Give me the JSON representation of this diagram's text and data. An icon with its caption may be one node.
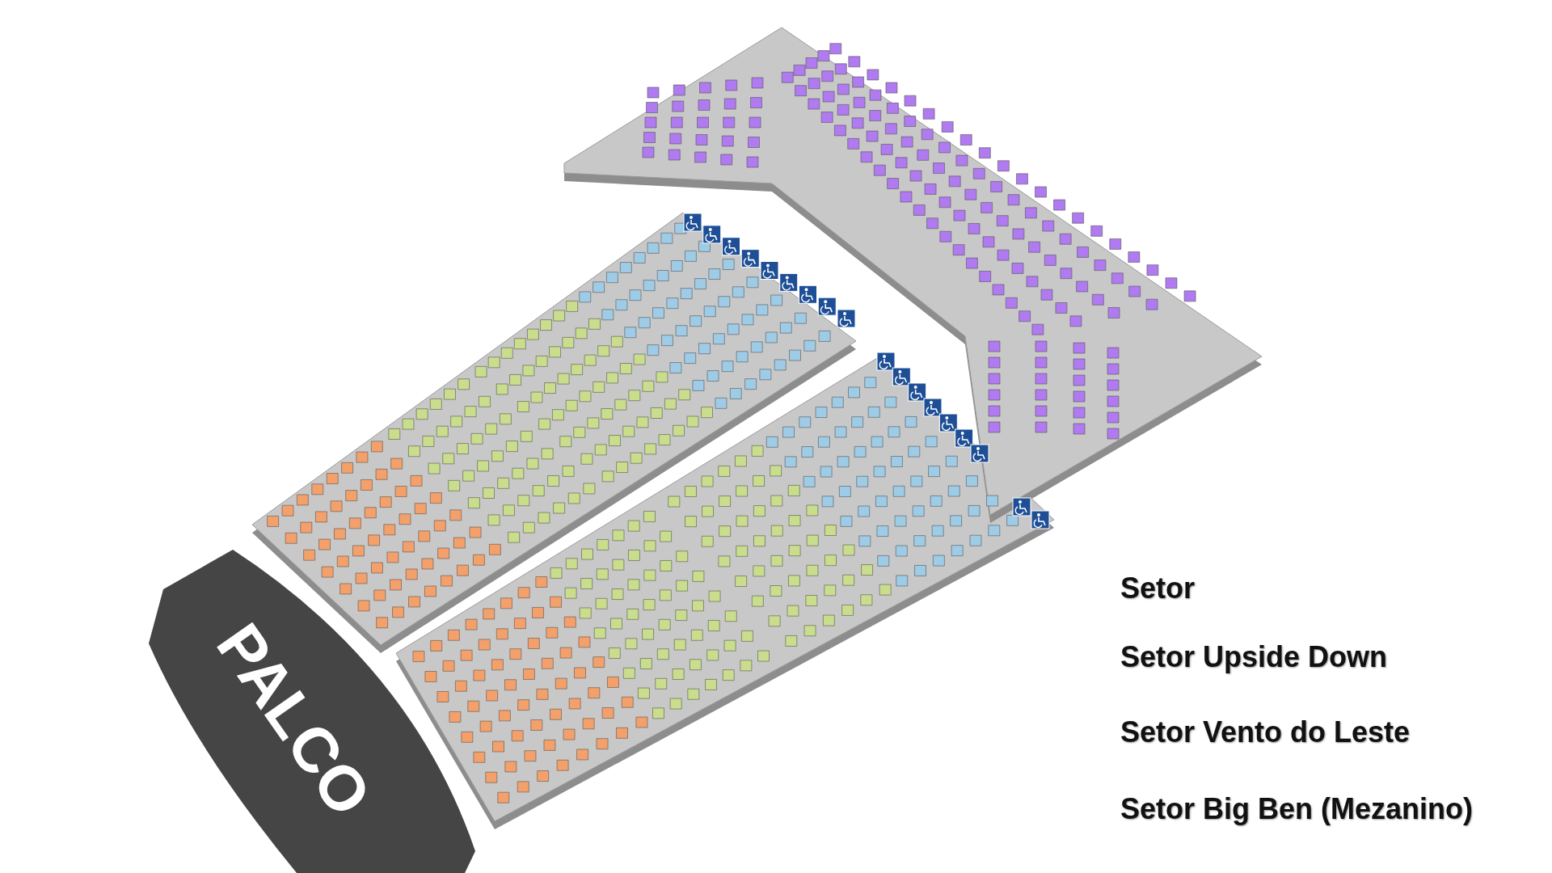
{
  "diagram": {
    "nodes": [
      {
        "text": [
          "PALCO"
        ]
      }
    ],
    "labels": [
      "Setor",
      "Setor Upside Down",
      "Setor Vento do Leste",
      "Setor Big Ben (Mezanino)"
    ]
  }
}
